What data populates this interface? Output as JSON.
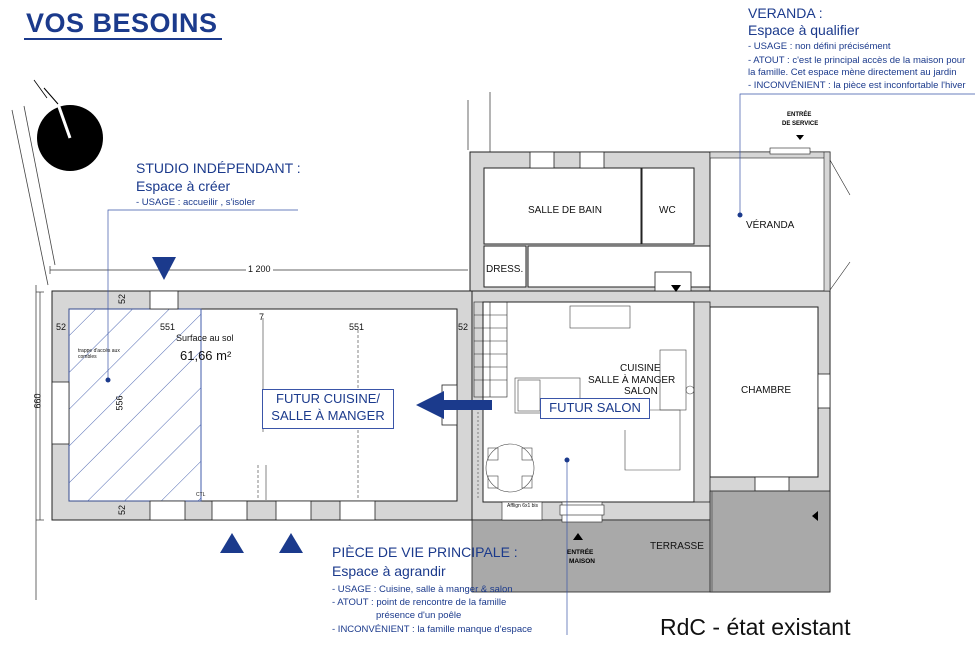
{
  "header": {
    "title": "VOS BESOINS"
  },
  "veranda_note": {
    "heading": "VERANDA :",
    "subheading": "Espace à qualifier",
    "lines": [
      "- USAGE : non défini précisément",
      "- ATOUT : c'est le principal accès de la maison pour",
      "la famille. Cet espace mène directement au jardin",
      "- INCONVÉNIENT : la pièce est inconfortable l'hiver"
    ]
  },
  "studio_note": {
    "heading": "STUDIO INDÉPENDANT :",
    "subheading": "Espace à créer",
    "lines": [
      "- USAGE : accueilir , s'isoler"
    ]
  },
  "main_room_note": {
    "heading": "PIÈCE DE VIE PRINCIPALE :",
    "subheading": "Espace à agrandir",
    "lines": [
      "- USAGE : Cuisine, salle à manger & salon",
      "- ATOUT : point de rencontre de la famille",
      "présence d'un poêle",
      "- INCONVÉNIENT : la famille manque d'espace"
    ]
  },
  "rooms": {
    "salle_de_bain": "SALLE DE BAIN",
    "wc": "WC",
    "veranda": "VÉRANDA",
    "dress": "DRESS.",
    "cuisine": [
      "CUISINE",
      "SALLE À MANGER",
      "SALON"
    ],
    "chambre": "CHAMBRE",
    "terrasse": "TERRASSE"
  },
  "entrances": {
    "service": [
      "ENTRÉE",
      "DE SERVICE"
    ],
    "maison": [
      "ENTRÉE",
      "MAISON"
    ]
  },
  "labels": {
    "surface_label": "Surface au sol",
    "surface_value": "61,66 m²",
    "futur_cuisine": [
      "FUTUR CUISINE/",
      "SALLE À MANGER"
    ],
    "futur_salon": "FUTUR SALON",
    "trappe": "trappe d'accès aux combles",
    "window_small": "Afflign 6x1 bis"
  },
  "dimensions": {
    "total_length": "1 200",
    "height": "660",
    "wall_top": "52",
    "wall_bottom": "52",
    "wall_left": "52",
    "wall_right": "52",
    "bay_left": "551",
    "bay_right": "551",
    "inner_height": "556",
    "partition": "7",
    "ctl": "CTL"
  },
  "caption": "RdC - état existant",
  "colors": {
    "accent": "#1b3a8c",
    "wall_fill": "#d6d6d6",
    "terrace_fill": "#a9a9a9",
    "line": "#222222"
  }
}
